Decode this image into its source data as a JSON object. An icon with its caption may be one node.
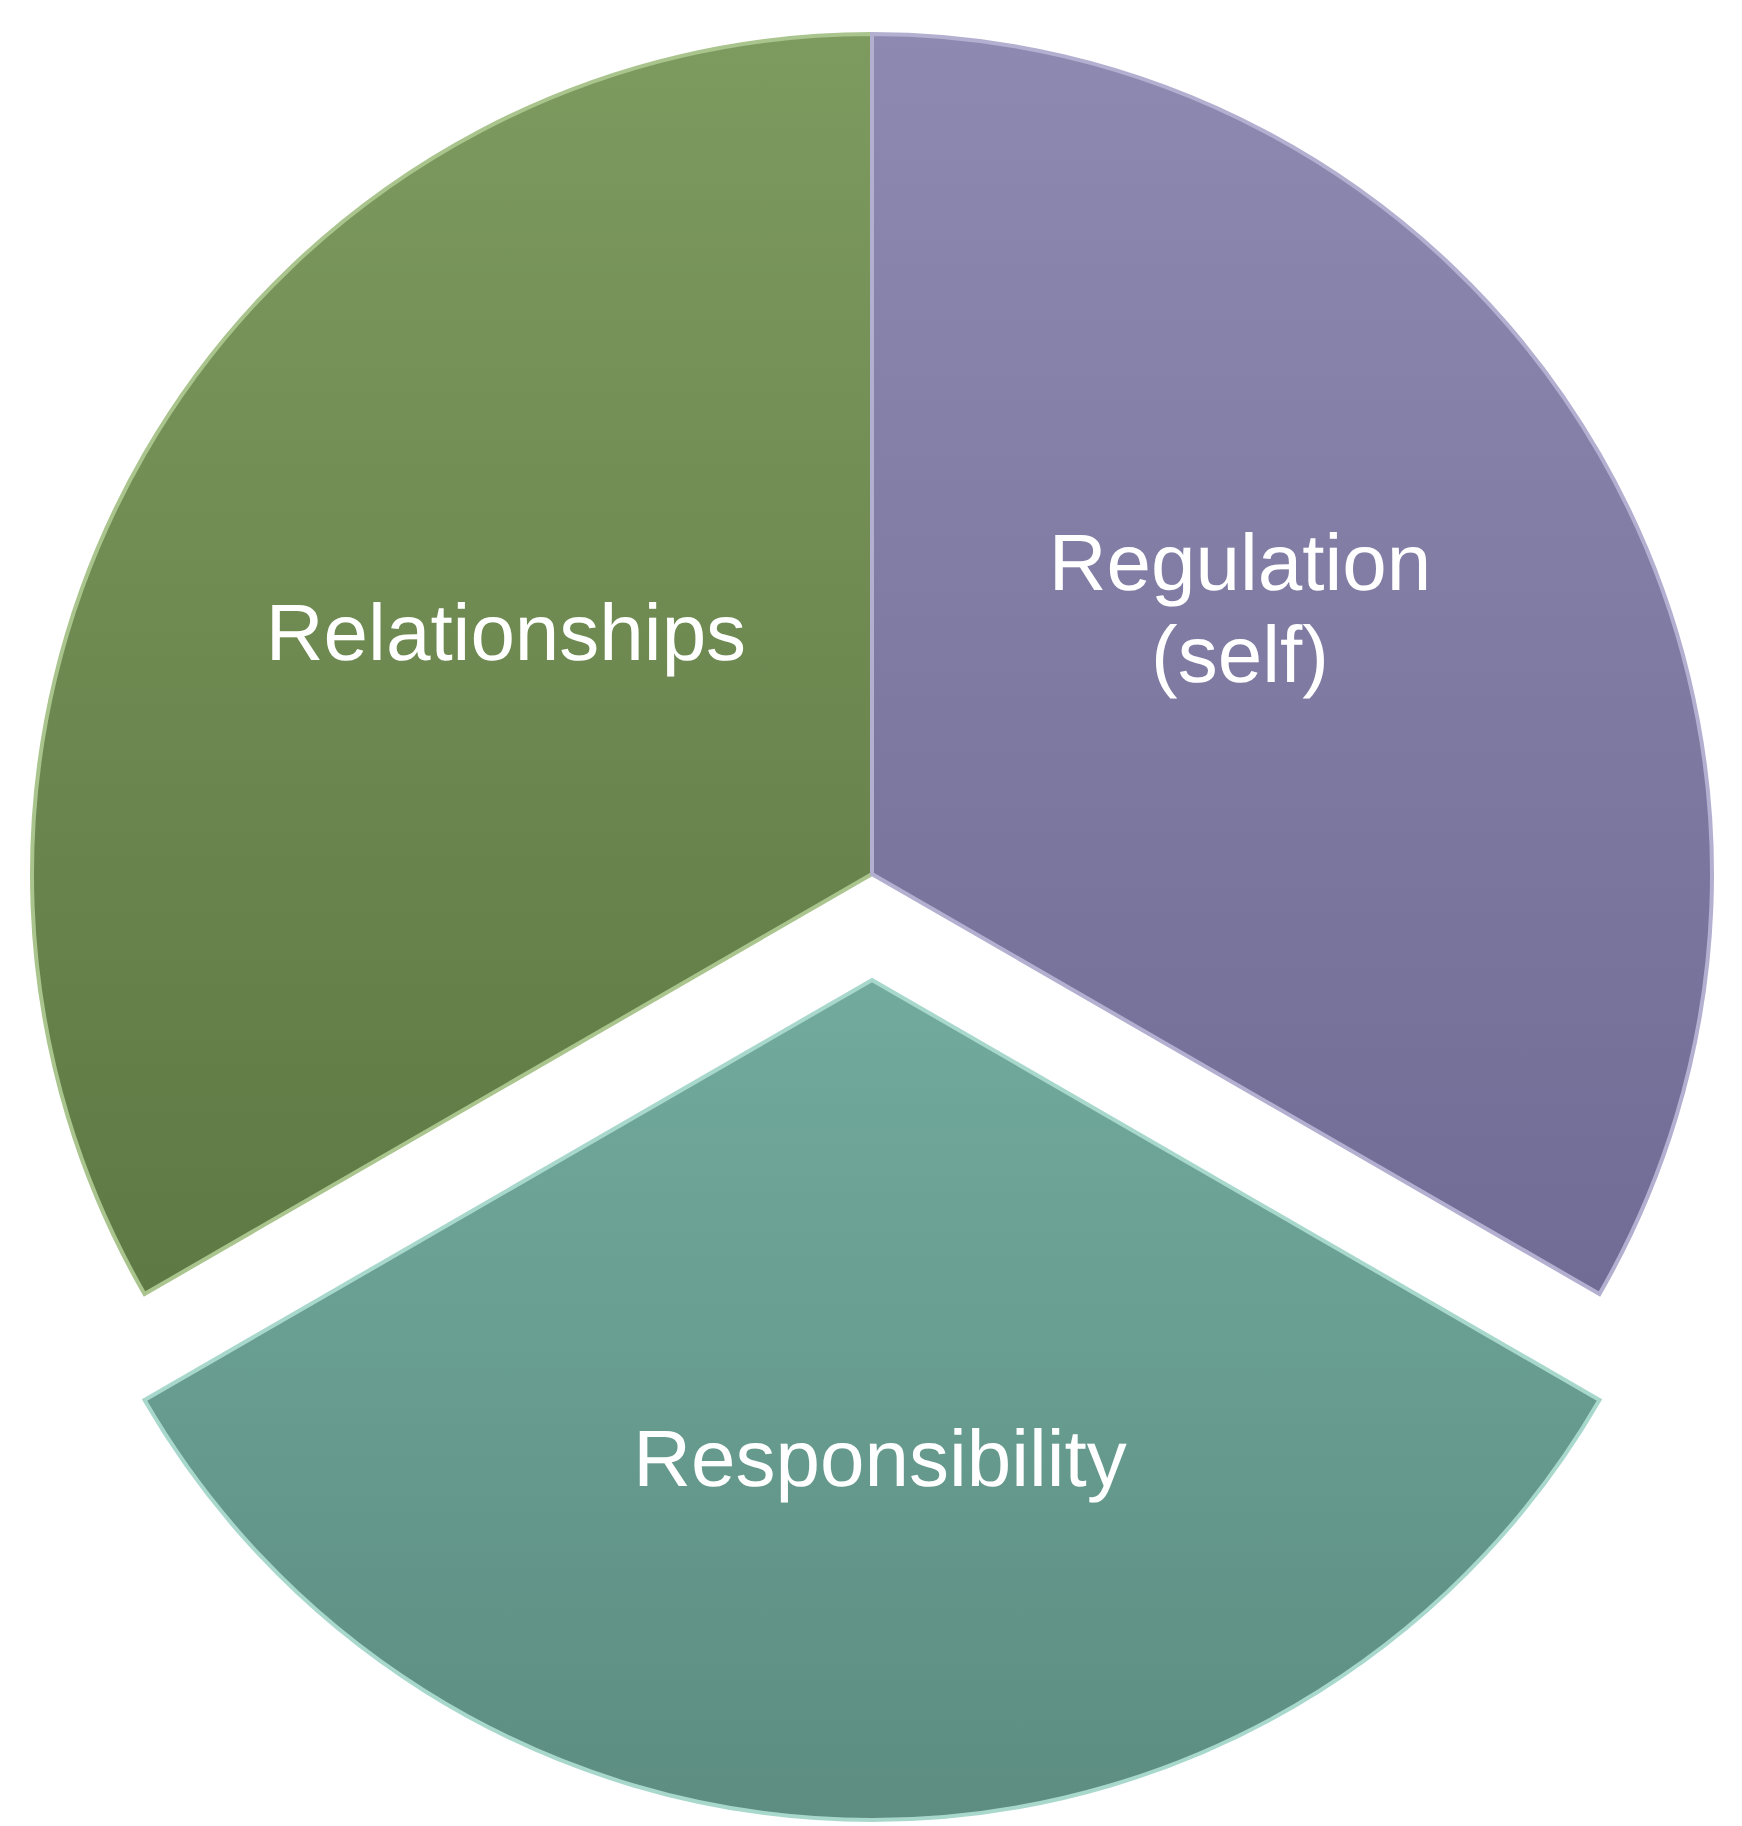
{
  "diagram": {
    "nodes": [
      {
        "text": [
          "Relationships"
        ]
      },
      {
        "text": [
          "Regulation (self)"
        ]
      },
      {
        "text": [
          "Responsibility"
        ]
      }
    ]
  }
}
